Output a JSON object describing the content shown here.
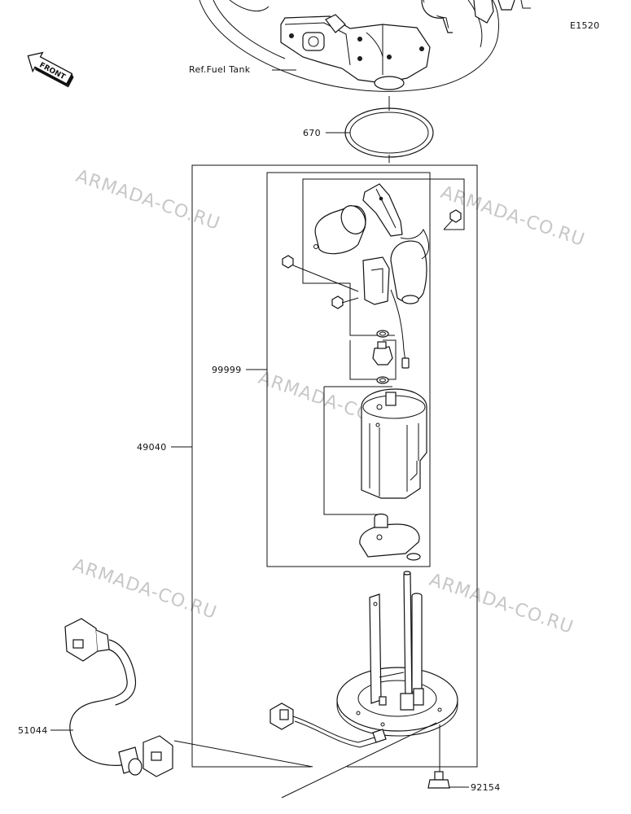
{
  "diagram_code": "E1520",
  "front_label": "FRONT",
  "ref_label": "Ref.Fuel Tank",
  "watermark": "ARMADA-CO.RU",
  "callouts": {
    "o_ring": "670",
    "pump_assembly": "49040",
    "pump_kit": "99999",
    "harness": "51044",
    "bolt": "92154"
  },
  "colors": {
    "line": "#111111",
    "watermark": "#c7c7c7",
    "background": "#ffffff"
  }
}
